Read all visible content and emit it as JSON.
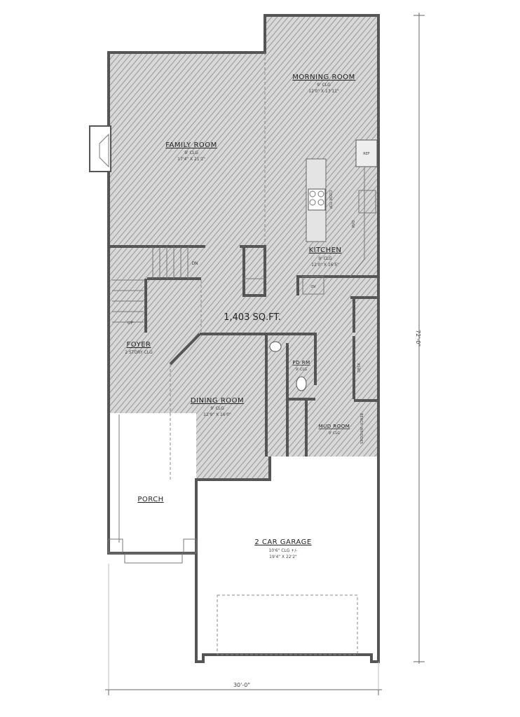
{
  "plan": {
    "total_area": "1,403 SQ.FT.",
    "overall_depth": "72'-0\"",
    "overall_width": "30'-0\"",
    "rooms": [
      {
        "name": "FAMILY ROOM",
        "ceiling": "9' CLG",
        "size": "17'4\" X 21'1\""
      },
      {
        "name": "MORNING ROOM",
        "ceiling": "9' CLG",
        "size": "12'0\" X 13'11\""
      },
      {
        "name": "KITCHEN",
        "ceiling": "9' CLG",
        "size": "12'0\" X 16'5\""
      },
      {
        "name": "FOYER",
        "ceiling": "2 STORY CLG"
      },
      {
        "name": "DINING ROOM",
        "ceiling": "9' CLG",
        "size": "12'9\" X 16'0\""
      },
      {
        "name": "PD RM",
        "ceiling": "9' CLG"
      },
      {
        "name": "MUD ROOM",
        "ceiling": "9' CLG"
      },
      {
        "name": "PORCH"
      },
      {
        "name": "2 CAR GARAGE",
        "ceiling": "10'6\" CLG +/-",
        "size": "19'4\" X 22'2\""
      }
    ],
    "fixtures": {
      "ref": "REF",
      "cooktop": "COOK TOP",
      "dishwasher": "D/W",
      "oven": "OV",
      "desk": "DESK",
      "bench": "BENCH W/HOOKS",
      "stairs_up": "UP",
      "stairs_down": "DN"
    }
  }
}
